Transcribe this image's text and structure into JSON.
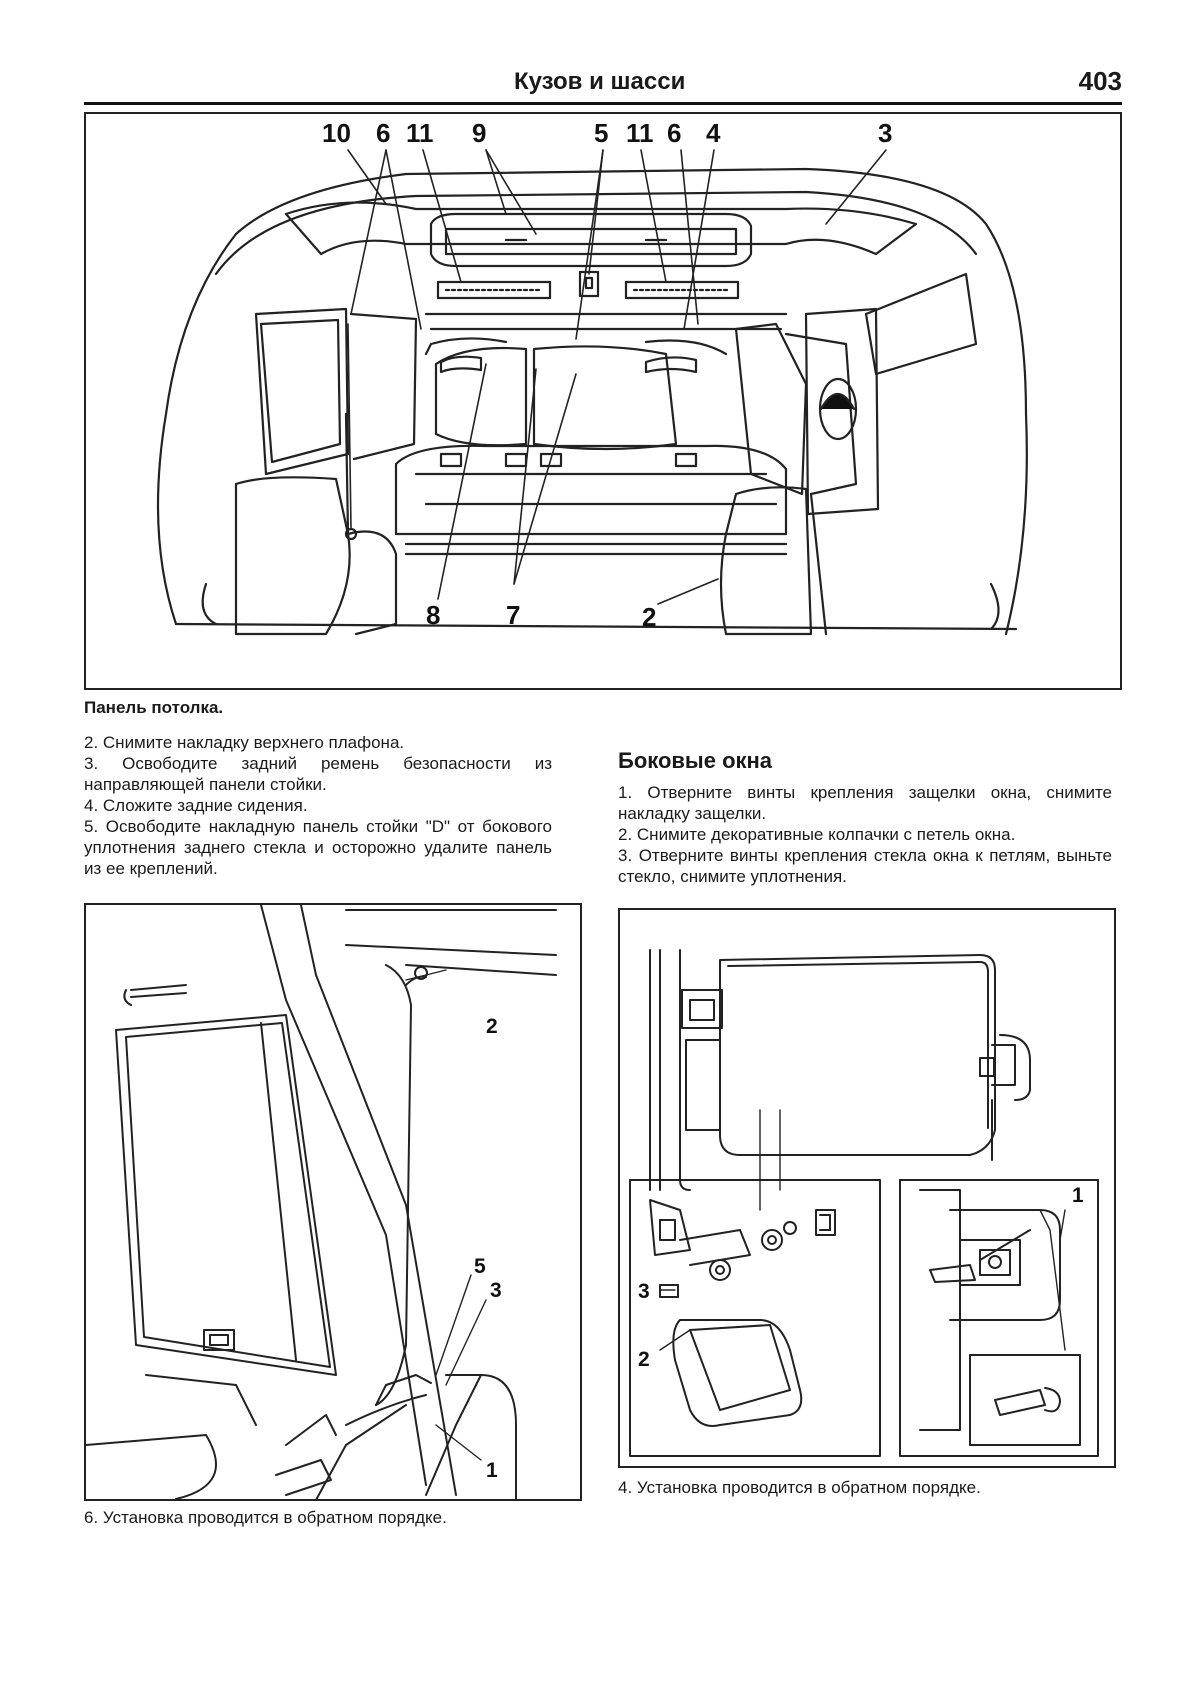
{
  "header": {
    "section": "Кузов и шасси",
    "page_number": "403"
  },
  "figure_top": {
    "callouts": [
      "10",
      "6",
      "11",
      "9",
      "5",
      "11",
      "6",
      "4",
      "3",
      "8",
      "7",
      "2"
    ],
    "caption": "Панель потолка."
  },
  "left_steps": [
    "2. Снимите накладку верхнего плафона.",
    "3. Освободите задний ремень безопасности из направляющей панели стойки.",
    "4. Сложите задние сидения.",
    "5. Освободите накладную панель стойки \"D\" от бокового уплотнения заднего стекла и осторожно удалите панель из ее креплений."
  ],
  "right_section": {
    "heading": "Боковые окна",
    "steps": [
      "1. Отверните винты крепления защелки окна, снимите накладку защелки.",
      "2. Снимите декоративные колпачки с петель окна.",
      "3. Отверните винты крепления стекла окна к петлям, выньте стекло, снимите уплотнения."
    ]
  },
  "figure_left": {
    "callouts": [
      "2",
      "5",
      "3",
      "1"
    ]
  },
  "figure_right": {
    "callouts": [
      "1",
      "3",
      "2"
    ]
  },
  "left_footer": "6. Установка проводится в обратном порядке.",
  "right_footer": "4. Установка проводится в обратном порядке."
}
